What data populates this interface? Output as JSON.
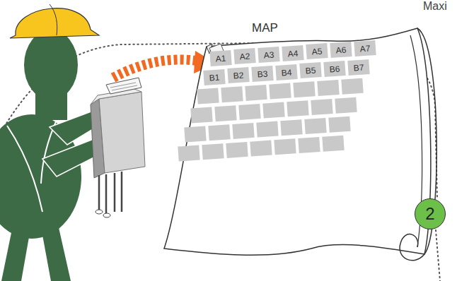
{
  "diagram": {
    "nodes": [
      {
        "text": [
          "MAP"
        ]
      },
      {
        "text": [
          "A1"
        ],
        "in": 0
      },
      {
        "text": [
          "A2"
        ],
        "in": 0
      },
      {
        "text": [
          "A3"
        ],
        "in": 0
      },
      {
        "text": [
          "A4"
        ],
        "in": 0
      },
      {
        "text": [
          "A5"
        ],
        "in": 0
      },
      {
        "text": [
          "A6"
        ],
        "in": 0
      },
      {
        "text": [
          "A7"
        ],
        "in": 0
      },
      {
        "text": [
          "B1"
        ],
        "in": 0
      },
      {
        "text": [
          "B2"
        ],
        "in": 0
      },
      {
        "text": [
          "B3"
        ],
        "in": 0
      },
      {
        "text": [
          "B4"
        ],
        "in": 0
      },
      {
        "text": [
          "B5"
        ],
        "in": 0
      },
      {
        "text": [
          "B6"
        ],
        "in": 0
      },
      {
        "text": [
          "B7"
        ],
        "in": 0
      },
      {
        "text": [
          "2"
        ]
      }
    ],
    "labels": [
      "Maxi"
    ]
  }
}
